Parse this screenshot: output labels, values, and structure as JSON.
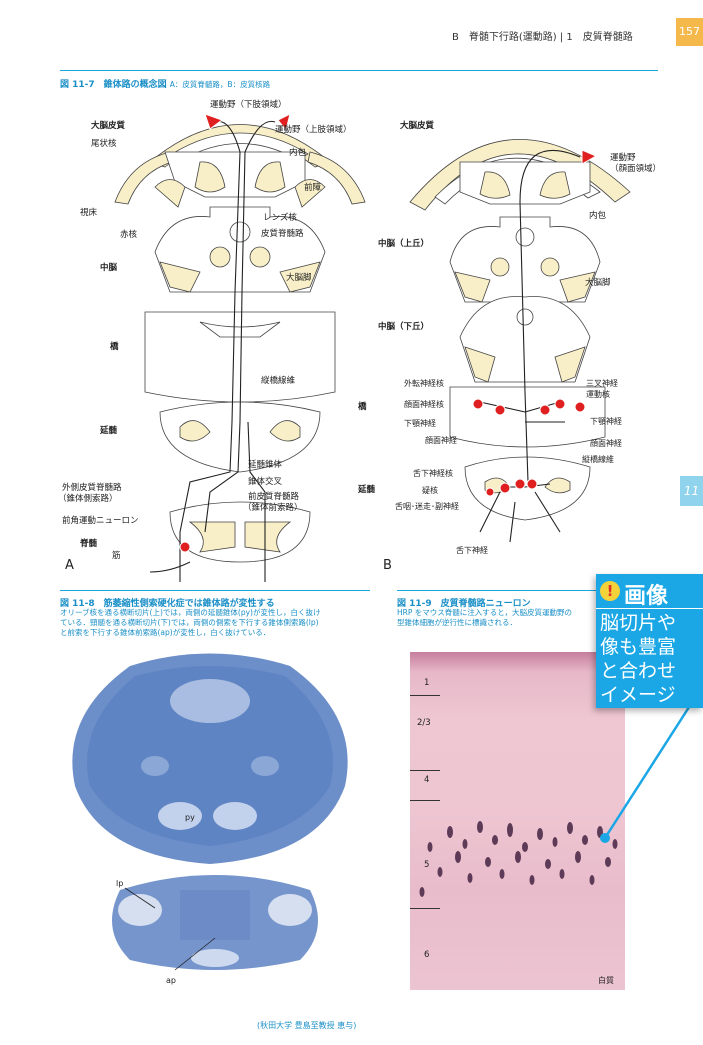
{
  "header": {
    "running_title": "B　脊髄下行路(運動路) | 1　皮質脊髄路",
    "page_number": "157"
  },
  "fig7": {
    "title": "図 11-7　錐体路の概念図",
    "subtitle": "A：皮質脊髄路，B：皮質核路",
    "panel_a": {
      "letter": "A",
      "labels": {
        "cerebral_cortex": "大脳皮質",
        "motor_area_lower": "運動野（下肢領域）",
        "motor_area_upper": "運動野（上肢領域）",
        "caudate": "尾状核",
        "internal_capsule": "内包",
        "claustrum": "前障",
        "thalamus": "視床",
        "lentiform": "レンズ核",
        "red_nucleus": "赤核",
        "corticospinal": "皮質脊髄路",
        "midbrain": "中脳",
        "cerebral_peduncle": "大脳脚",
        "pons": "橋",
        "pontine_fibers": "縦橋線維",
        "medulla": "延髄",
        "pyramid": "延髄錐体",
        "decussation": "錐体交叉",
        "anterior_tract_1": "前皮質脊髄路",
        "anterior_tract_2": "（錐体前索路）",
        "lateral_tract_1": "外側皮質脊髄路",
        "lateral_tract_2": "（錐体側索路）",
        "anterior_horn": "前角運動ニューロン",
        "spinal_cord": "脊髄",
        "muscle": "筋"
      }
    },
    "panel_b": {
      "letter": "B",
      "labels": {
        "cerebral_cortex": "大脳皮質",
        "motor_face_1": "運動野",
        "motor_face_2": "（顔面領域）",
        "internal_capsule": "内包",
        "midbrain_sup": "中脳（上丘）",
        "cerebral_peduncle": "大脳脚",
        "midbrain_inf": "中脳（下丘）",
        "pons": "橋",
        "abducens_nucleus": "外転神経核",
        "facial_nucleus": "顔面神経核",
        "abducens_nerve": "下顎神経",
        "facial_nerve": "顔面神経",
        "trigeminal_1": "三叉神経",
        "trigeminal_2": "運動核",
        "mandibular": "下顎神経",
        "facial_nerve_r": "顔面神経",
        "pontine_fibers": "縦橋線維",
        "medulla": "延髄",
        "hypoglossal_nucleus": "舌下神経核",
        "ambiguus": "疑核",
        "glossopharyngeal": "舌咽･迷走･副神経",
        "hypoglossal_nerve": "舌下神経"
      }
    }
  },
  "fig8": {
    "title": "図 11-8　筋萎縮性側索硬化症では錐体路が変性する",
    "body": [
      "オリーブ核を通る横断切片(上)では，両側の延髄錐体(py)が変性し，白く抜け",
      "ている．頸髄を通る横断切片(下)では，両側の側索を下行する錐体側索路(lp)",
      "と前索を下行する錐体前索路(ap)が変性し，白く抜けている．"
    ],
    "label_py": "py",
    "label_lp": "lp",
    "label_ap": "ap",
    "credit": "(秋田大学 豊島至教授 恵与)"
  },
  "fig9": {
    "title": "図 11-9　皮質脊髄路ニューロン",
    "body": [
      "HRP をマウス脊髄に注入すると，大脳皮質運動野の",
      "型錐体細胞が逆行性に標識される．"
    ],
    "layers": [
      "1",
      "2/3",
      "4",
      "5",
      "6"
    ],
    "white_matter": "白質"
  },
  "side_tab": "11",
  "callout": {
    "title": "画像",
    "lines": [
      "脳切片や",
      "像も豊富",
      "と合わせ",
      "イメージ"
    ],
    "icon": "exclamation-icon"
  },
  "colors": {
    "accent": "#1ba7d9",
    "tract": "#222222",
    "nucleus": "#e02020",
    "fill": "#f8efc8"
  }
}
